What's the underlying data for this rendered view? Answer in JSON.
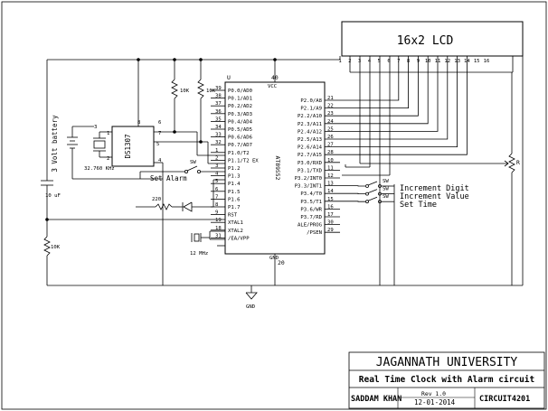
{
  "lcd": {
    "title": "16x2 LCD",
    "pins": [
      "1",
      "2",
      "3",
      "4",
      "5",
      "6",
      "7",
      "8",
      "9",
      "10",
      "11",
      "12",
      "13",
      "14",
      "15",
      "16"
    ]
  },
  "mcu": {
    "part": "AT89S52",
    "vcc_pin": "40",
    "vcc_label": "VCC",
    "gnd_pin": "20",
    "gnd_label": "GND",
    "u_label": "U",
    "left_pins": [
      {
        "num": "39",
        "label": "P0.0/AD0"
      },
      {
        "num": "38",
        "label": "P0.1/AD1"
      },
      {
        "num": "37",
        "label": "P0.2/AD2"
      },
      {
        "num": "36",
        "label": "P0.3/AD3"
      },
      {
        "num": "35",
        "label": "P0.4/AD4"
      },
      {
        "num": "34",
        "label": "P0.5/AD5"
      },
      {
        "num": "33",
        "label": "P0.6/AD6"
      },
      {
        "num": "32",
        "label": "P0.7/AD7"
      },
      {
        "num": "1",
        "label": "P1.0/T2"
      },
      {
        "num": "2",
        "label": "P1.1/T2 EX"
      },
      {
        "num": "3",
        "label": "P1.2"
      },
      {
        "num": "4",
        "label": "P1.3"
      },
      {
        "num": "5",
        "label": "P1.4"
      },
      {
        "num": "6",
        "label": "P1.5"
      },
      {
        "num": "7",
        "label": "P1.6"
      },
      {
        "num": "8",
        "label": "P1.7"
      },
      {
        "num": "9",
        "label": "RST"
      },
      {
        "num": "19",
        "label": "XTAL1"
      },
      {
        "num": "18",
        "label": "XTAL2"
      },
      {
        "num": "31",
        "label": "/EA/VPP"
      }
    ],
    "right_pins": [
      {
        "num": "21",
        "label": "P2.0/A8"
      },
      {
        "num": "22",
        "label": "P2.1/A9"
      },
      {
        "num": "23",
        "label": "P2.2/A10"
      },
      {
        "num": "24",
        "label": "P2.3/A11"
      },
      {
        "num": "25",
        "label": "P2.4/A12"
      },
      {
        "num": "26",
        "label": "P2.5/A13"
      },
      {
        "num": "27",
        "label": "P2.6/A14"
      },
      {
        "num": "28",
        "label": "P2.7/A15"
      },
      {
        "num": "10",
        "label": "P3.0/RXD"
      },
      {
        "num": "11",
        "label": "P3.1/TXD"
      },
      {
        "num": "12",
        "label": "P3.2/INT0"
      },
      {
        "num": "13",
        "label": "P3.3/INT1"
      },
      {
        "num": "14",
        "label": "P3.4/T0"
      },
      {
        "num": "15",
        "label": "P3.5/T1"
      },
      {
        "num": "16",
        "label": "P3.6/WR"
      },
      {
        "num": "17",
        "label": "P3.7/RD"
      },
      {
        "num": "30",
        "label": "ALE/PROG"
      },
      {
        "num": "29",
        "label": "/PSEN"
      }
    ]
  },
  "rtc": {
    "part": "DS1307",
    "pins_left": [
      "1",
      "2"
    ],
    "pins_right": [
      "6",
      "7",
      "4"
    ],
    "pin_top": "8",
    "pin_5": "5",
    "pin_3": "3",
    "crystal": "32.760 KHz",
    "battery": "3 Volt battery"
  },
  "components": {
    "r_pullup_1": "10K",
    "r_pullup_2": "10K",
    "r_reset": "10K",
    "cap": "10 uF",
    "r_led": "220",
    "xtal": "12 MHz",
    "pot": "R",
    "gnd": "GND",
    "sw": "SW"
  },
  "switches": {
    "set_alarm": "Set Alarm",
    "increment_digit": "Increment Digit",
    "increment_value": "Increment Value",
    "set_time": "Set Time"
  },
  "title_block": {
    "org": "JAGANNATH UNIVERSITY",
    "title": "Real Time Clock with Alarm circuit",
    "author": "SADDAM KHAN",
    "rev": "Rev 1.0",
    "date": "12-01-2014",
    "code": "CIRCUIT4201"
  }
}
